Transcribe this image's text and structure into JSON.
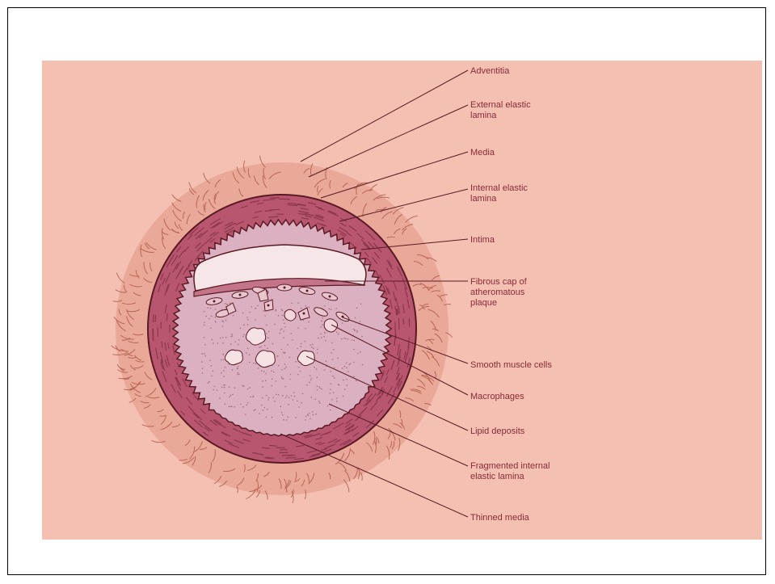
{
  "colors": {
    "background": "#f3c0b1",
    "adventitia": "#eaa898",
    "media": "#b9566f",
    "intima_plaque": "#dbb0c0",
    "lumen": "#f7e6e8",
    "label_text": "#8a2a3a",
    "leader_line": "#5a1a24"
  },
  "labels": {
    "adventitia": [
      "Adventitia"
    ],
    "external_elastic_lamina": [
      "External elastic",
      "lamina"
    ],
    "media": [
      "Media"
    ],
    "internal_elastic_lamina": [
      "Internal elastic",
      "lamina"
    ],
    "intima": [
      "Intima"
    ],
    "fibrous_cap": [
      "Fibrous cap of",
      "atheromatous",
      "plaque"
    ],
    "smooth_muscle_cells": [
      "Smooth muscle cells"
    ],
    "macrophages": [
      "Macrophages"
    ],
    "lipid_deposits": [
      "Lipid deposits"
    ],
    "fragmented_internal_elastic_lamina": [
      "Fragmented internal",
      "elastic lamina"
    ],
    "thinned_media": [
      "Thinned media"
    ]
  }
}
